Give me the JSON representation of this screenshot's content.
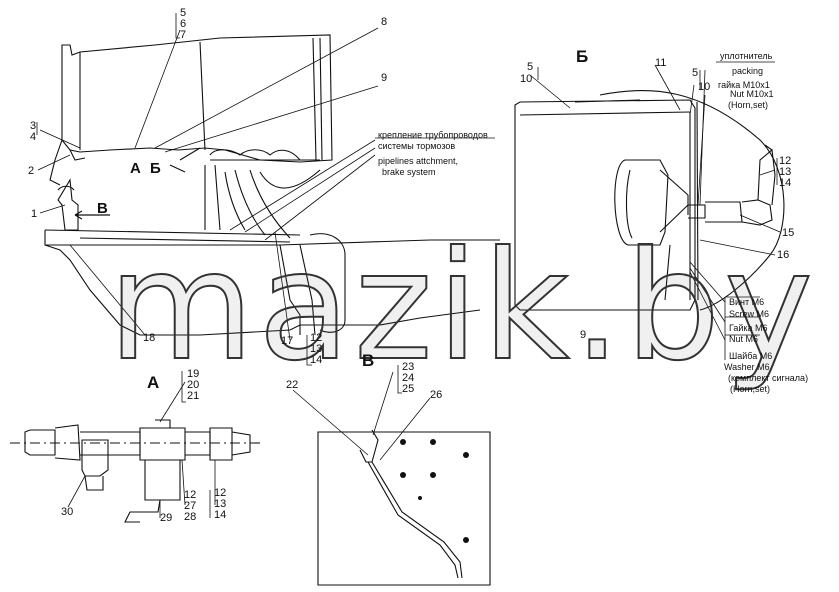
{
  "watermark": "mazik.by",
  "views": {
    "A": "A",
    "B_cyr": "Б",
    "V": "В",
    "A_small": "A",
    "B_small": "Б",
    "V_arrow": "В"
  },
  "positions": [
    "1",
    "2",
    "3",
    "4",
    "5",
    "6",
    "7",
    "8",
    "9",
    "10",
    "11",
    "12",
    "13",
    "14",
    "15",
    "16",
    "17",
    "18",
    "19",
    "20",
    "21",
    "22",
    "23",
    "24",
    "25",
    "26",
    "27",
    "28",
    "29",
    "30"
  ],
  "callouts": {
    "view_b_5": "5",
    "view_b_10": "10",
    "view_b_11": "11",
    "view_b_5b": "5",
    "view_b_10b": "10",
    "view_b_12": "12",
    "view_b_13": "13",
    "view_b_14": "14",
    "view_b_15": "15",
    "view_b_16": "16",
    "view_b_9": "9",
    "main_5": "5",
    "main_6": "6",
    "main_7": "7",
    "main_8": "8",
    "main_9": "9",
    "main_3": "3",
    "main_4": "4",
    "main_2": "2",
    "main_1": "1",
    "main_18": "18",
    "main_17": "17",
    "main_12": "12",
    "main_13": "13",
    "main_14": "14",
    "a_19": "19",
    "a_20": "20",
    "a_21": "21",
    "a_30": "30",
    "a_29": "29",
    "a_12": "12",
    "a_27": "27",
    "a_28": "28",
    "a_12b": "12",
    "a_13": "13",
    "a_14": "14",
    "v_22": "22",
    "v_23": "23",
    "v_24": "24",
    "v_25": "25",
    "v_26": "26"
  },
  "notes": {
    "pipeline_ru_1": "крепление трубопроводов",
    "pipeline_ru_2": "системы тормозов",
    "pipeline_en_1": "pipelines attchment,",
    "pipeline_en_2": "brake system",
    "seal_ru": "уплотнитель",
    "seal_en": "packing",
    "nut_ru": "гайка М10х1",
    "nut_en": "Nut M10x1",
    "nut_set": "(Horn,set)",
    "screw_ru": "Винт М6",
    "screw_en": "Screw M6",
    "gnut_ru": "Гайка М6",
    "gnut_en": "Nut M6",
    "washer_ru": "Шайба М6",
    "washer_en": "Washer M6",
    "kit_ru": "(комплект сигнала)",
    "kit_en": "(Horn,set)"
  }
}
